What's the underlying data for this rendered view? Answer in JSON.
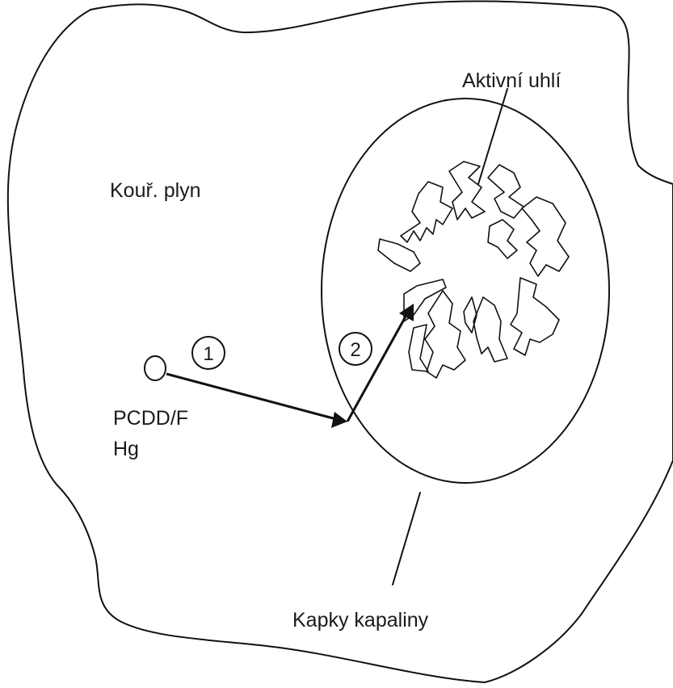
{
  "labels": {
    "flue_gas": "Kouř. plyn",
    "activated_carbon": "Aktivní uhlí",
    "pollutant_1": "PCDD/F",
    "pollutant_2": "Hg",
    "liquid_droplets": "Kapky kapaliny",
    "step_1": "1",
    "step_2": "2"
  }
}
